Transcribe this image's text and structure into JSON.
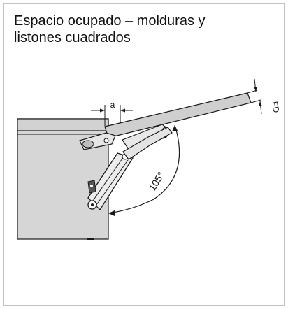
{
  "title": {
    "line1": "Espacio ocupado – molduras y",
    "line2": "listones cuadrados"
  },
  "diagram": {
    "dimension_a": "a",
    "dimension_fd": "FD",
    "opening_angle": "105°"
  },
  "colors": {
    "cabinet_fill": "#d6d6d6",
    "panel_fill": "#cfcfcf",
    "outline": "#1a1a1a",
    "frame_border": "#c2c2c2"
  }
}
